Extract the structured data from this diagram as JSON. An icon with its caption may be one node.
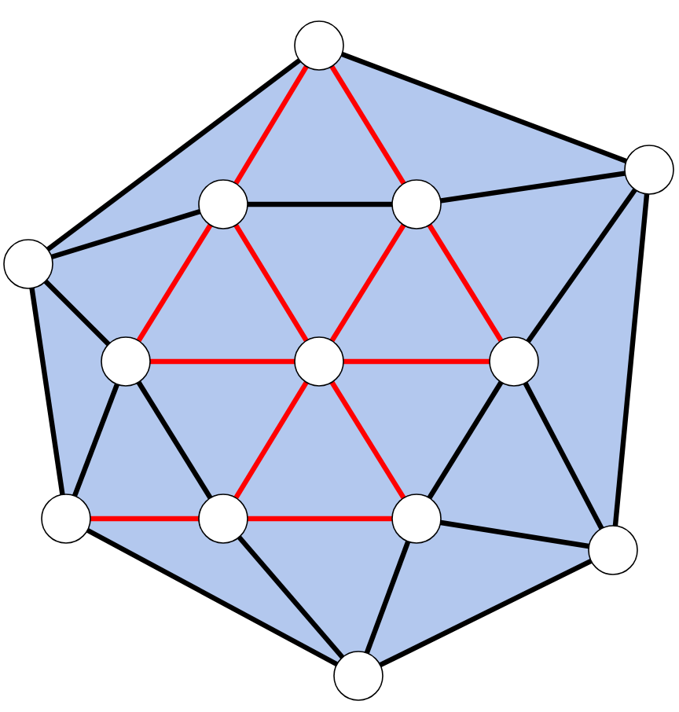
{
  "diagram": {
    "nodes": [
      {
        "text": [],
        "shape": "circle"
      },
      {
        "text": [],
        "shape": "circle"
      },
      {
        "text": [],
        "shape": "circle"
      },
      {
        "text": [],
        "shape": "circle"
      },
      {
        "text": [],
        "shape": "circle"
      },
      {
        "text": [],
        "shape": "circle"
      },
      {
        "text": [],
        "shape": "circle"
      },
      {
        "text": [],
        "shape": "circle"
      },
      {
        "text": [],
        "shape": "circle"
      },
      {
        "text": [],
        "shape": "circle"
      },
      {
        "text": [],
        "shape": "circle"
      },
      {
        "text": [],
        "shape": "circle"
      },
      {
        "text": [],
        "shape": "circle"
      }
    ],
    "edges": [
      {
        "from": 0,
        "to": 1,
        "arrow": "none",
        "color": "#ff0000"
      },
      {
        "from": 0,
        "to": 2,
        "arrow": "none",
        "color": "#ff0000"
      },
      {
        "from": 1,
        "to": 5,
        "arrow": "none",
        "color": "#ff0000"
      },
      {
        "from": 1,
        "to": 6,
        "arrow": "none",
        "color": "#ff0000"
      },
      {
        "from": 2,
        "to": 6,
        "arrow": "none",
        "color": "#ff0000"
      },
      {
        "from": 2,
        "to": 7,
        "arrow": "none",
        "color": "#ff0000"
      },
      {
        "from": 5,
        "to": 6,
        "arrow": "none",
        "color": "#ff0000"
      },
      {
        "from": 6,
        "to": 7,
        "arrow": "none",
        "color": "#ff0000"
      },
      {
        "from": 6,
        "to": 9,
        "arrow": "none",
        "color": "#ff0000"
      },
      {
        "from": 6,
        "to": 10,
        "arrow": "none",
        "color": "#ff0000"
      },
      {
        "from": 8,
        "to": 9,
        "arrow": "none",
        "color": "#ff0000"
      },
      {
        "from": 9,
        "to": 10,
        "arrow": "none",
        "color": "#ff0000"
      },
      {
        "from": 0,
        "to": 3,
        "arrow": "none"
      },
      {
        "from": 0,
        "to": 4,
        "arrow": "none"
      },
      {
        "from": 4,
        "to": 1,
        "arrow": "none"
      },
      {
        "from": 1,
        "to": 2,
        "arrow": "none"
      },
      {
        "from": 2,
        "to": 3,
        "arrow": "none"
      },
      {
        "from": 4,
        "to": 5,
        "arrow": "none"
      },
      {
        "from": 4,
        "to": 8,
        "arrow": "none"
      },
      {
        "from": 5,
        "to": 8,
        "arrow": "none"
      },
      {
        "from": 5,
        "to": 9,
        "arrow": "none"
      },
      {
        "from": 3,
        "to": 7,
        "arrow": "none"
      },
      {
        "from": 3,
        "to": 11,
        "arrow": "none"
      },
      {
        "from": 7,
        "to": 10,
        "arrow": "none"
      },
      {
        "from": 7,
        "to": 11,
        "arrow": "none"
      },
      {
        "from": 10,
        "to": 11,
        "arrow": "none"
      },
      {
        "from": 8,
        "to": 12,
        "arrow": "none"
      },
      {
        "from": 9,
        "to": 12,
        "arrow": "none"
      },
      {
        "from": 10,
        "to": 12,
        "arrow": "none"
      },
      {
        "from": 11,
        "to": 12,
        "arrow": "none"
      }
    ]
  }
}
